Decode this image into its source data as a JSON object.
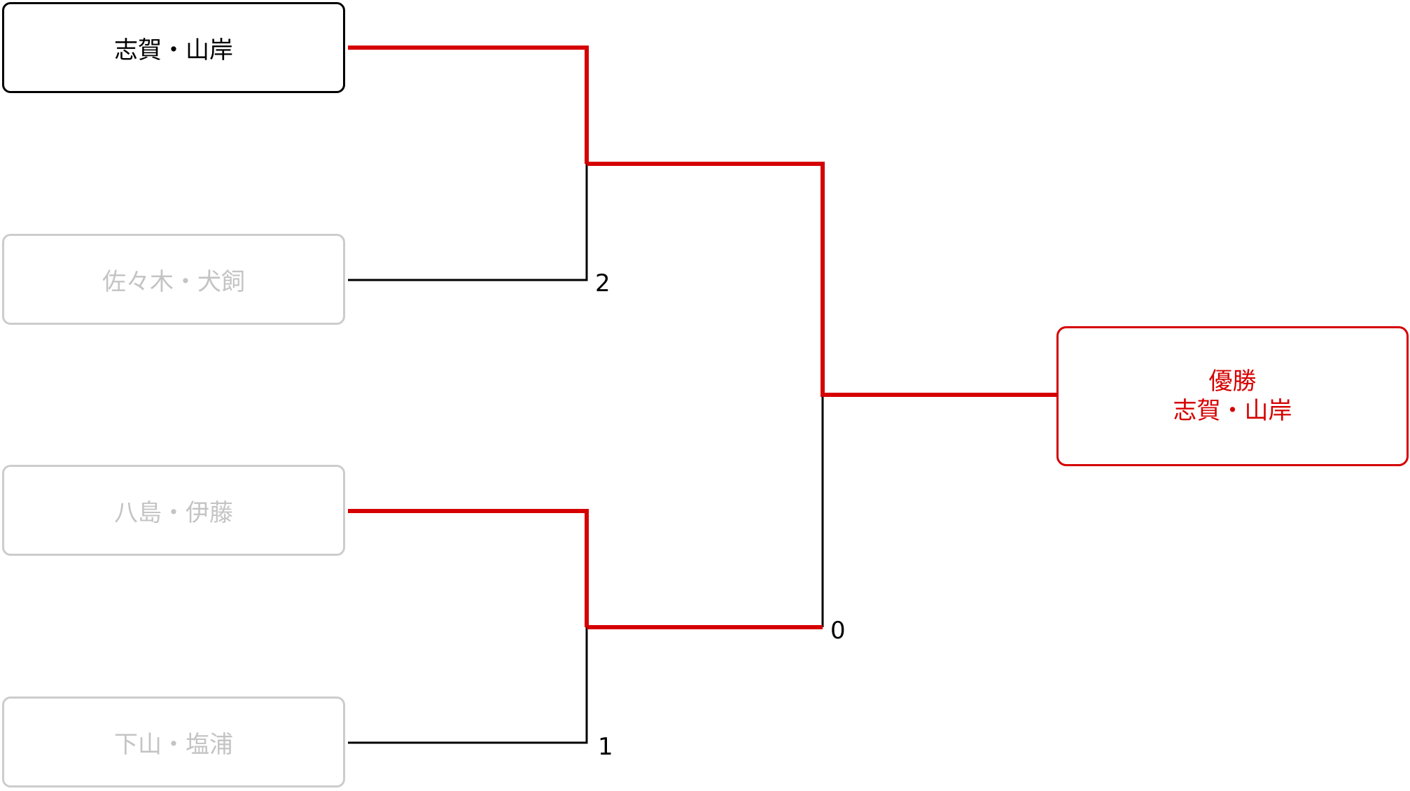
{
  "bracket": {
    "teams": [
      {
        "name": "志賀・山岸"
      },
      {
        "name": "佐々木・犬飼"
      },
      {
        "name": "八島・伊藤"
      },
      {
        "name": "下山・塩浦"
      }
    ],
    "scores": [
      "2",
      "1",
      "0"
    ],
    "champion": {
      "title": "優勝",
      "name": "志賀・山岸"
    }
  },
  "colors": {
    "winner_path": "#d50000",
    "loser_path": "#000000",
    "eliminated_border": "#cccccc",
    "eliminated_text": "#c4c4c4"
  }
}
